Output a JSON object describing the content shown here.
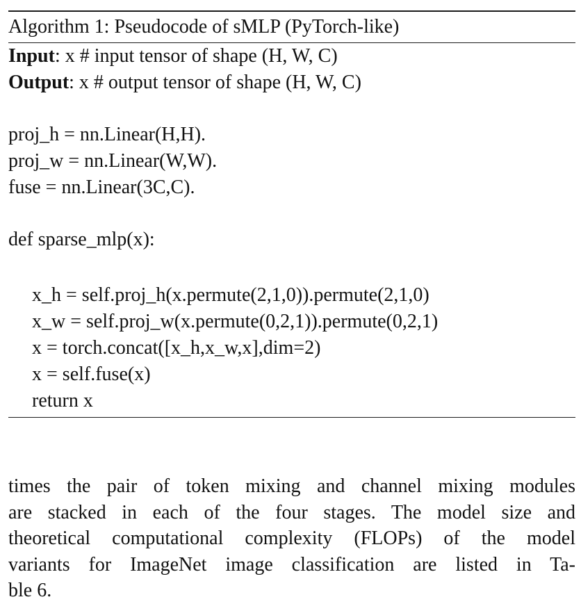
{
  "algorithm": {
    "title": "Algorithm 1: Pseudocode of sMLP (PyTorch-like)",
    "input_label": "Input",
    "input_text": ": x # input tensor of shape (H, W, C)",
    "output_label": "Output",
    "output_text": ": x # output tensor of shape (H, W, C)",
    "code": {
      "proj_h": "proj_h = nn.Linear(H,H).",
      "proj_w": "proj_w = nn.Linear(W,W).",
      "fuse": "fuse = nn.Linear(3C,C).",
      "def": "def sparse_mlp(x):",
      "body": [
        "x_h = self.proj_h(x.permute(2,1,0)).permute(2,1,0)",
        "x_w = self.proj_w(x.permute(0,2,1)).permute(0,2,1)",
        "x = torch.concat([x_h,x_w,x],dim=2)",
        "x = self.fuse(x)",
        "return x"
      ]
    }
  },
  "paragraph": {
    "lines": [
      "times the pair of token mixing and channel mixing modules",
      "are stacked in each of the four stages. The model size and",
      "theoretical computational complexity (FLOPs) of the model",
      "variants for ImageNet image classification are listed in Ta-",
      "ble 6."
    ]
  }
}
